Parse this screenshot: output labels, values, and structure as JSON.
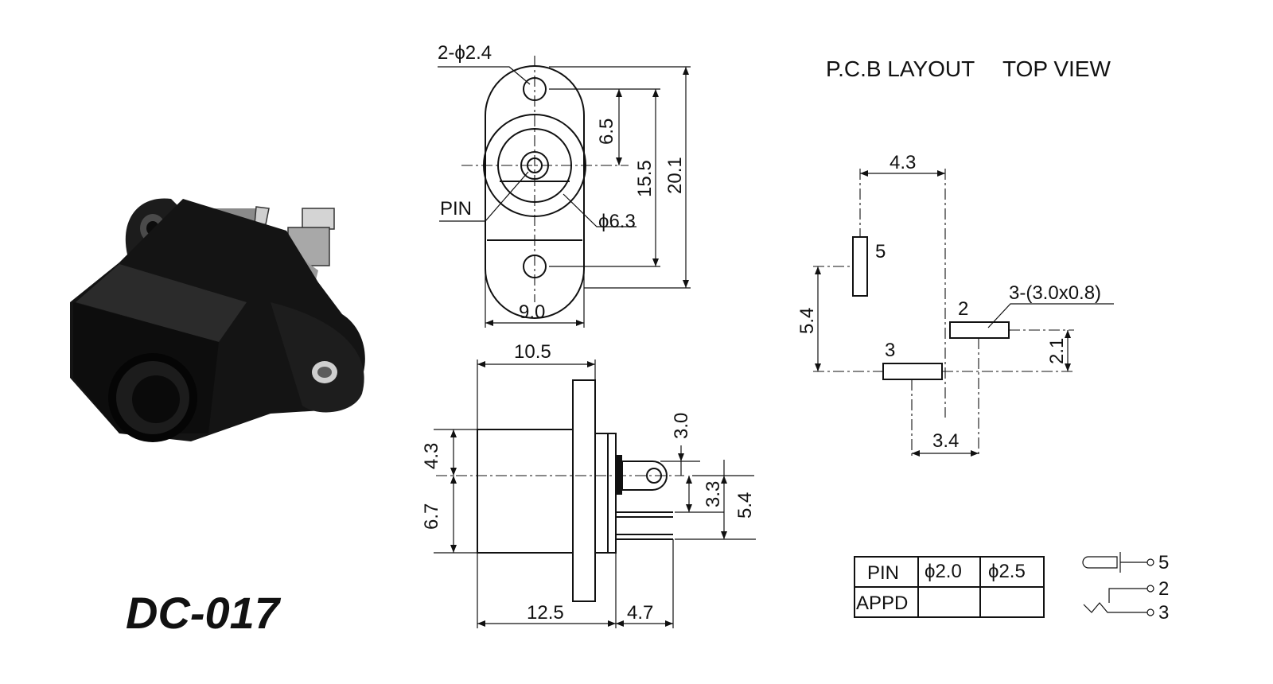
{
  "model": "DC-017",
  "pcb": {
    "title_left": "P.C.B LAYOUT",
    "title_right": "TOP VIEW"
  },
  "front_view": {
    "hole_callout": "2-ϕ2.4",
    "pin_label": "PIN",
    "bore": "ϕ6.3",
    "d_6_5": "6.5",
    "d_15_5": "15.5",
    "d_20_1": "20.1",
    "d_9_0": "9.0"
  },
  "side_view": {
    "d_10_5": "10.5",
    "d_3_0": "3.0",
    "d_4_3": "4.3",
    "d_6_7": "6.7",
    "d_3_3": "3.3",
    "d_5_4": "5.4",
    "d_12_5": "12.5",
    "d_4_7": "4.7"
  },
  "layout": {
    "d_4_3": "4.3",
    "d_5_4": "5.4",
    "d_2_1": "2.1",
    "d_3_4": "3.4",
    "pad_5": "5",
    "pad_2": "2",
    "pad_3": "3",
    "pad_callout": "3-(3.0x0.8)"
  },
  "pin_table": {
    "header": [
      "PIN",
      "ϕ2.0",
      "ϕ2.5"
    ],
    "row": [
      "APPD",
      "",
      ""
    ]
  },
  "schematic": {
    "t5": "5",
    "t2": "2",
    "t3": "3"
  }
}
